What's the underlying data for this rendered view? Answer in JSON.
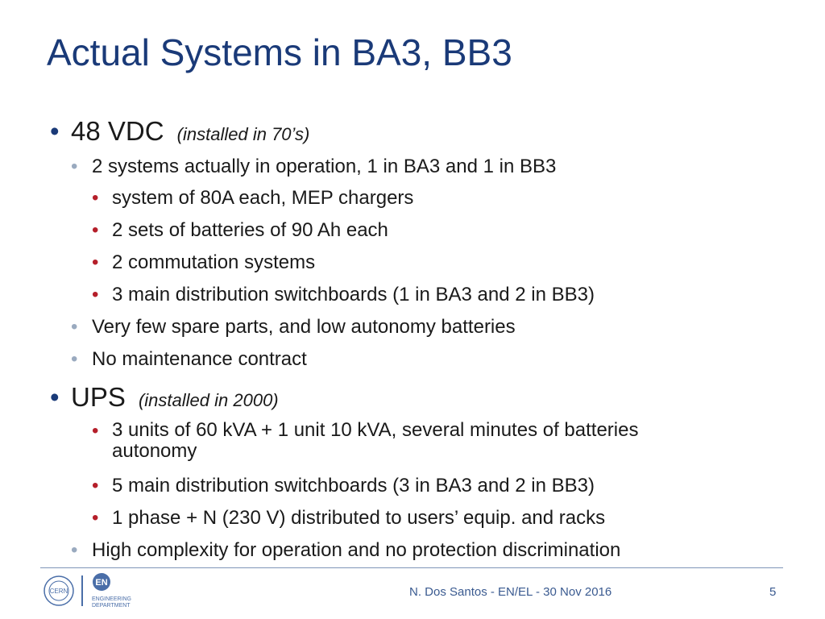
{
  "slide": {
    "title": "Actual Systems in BA3, BB3",
    "items": [
      {
        "level": 1,
        "text": "48 VDC",
        "note": "(installed in 70’s)"
      },
      {
        "level": 2,
        "text": "2 systems actually in operation, 1 in BA3 and 1 in BB3"
      },
      {
        "level": 3,
        "text": "system of 80A each, MEP chargers"
      },
      {
        "level": 3,
        "text": "2 sets of batteries of 90 Ah each"
      },
      {
        "level": 3,
        "text": "2 commutation systems"
      },
      {
        "level": 3,
        "text": "3 main distribution switchboards (1 in BA3 and 2 in BB3)"
      },
      {
        "level": 2,
        "text": "Very few spare parts, and low autonomy batteries"
      },
      {
        "level": 2,
        "text": "No maintenance contract"
      },
      {
        "level": 1,
        "text": "UPS",
        "note": "(installed in 2000)"
      },
      {
        "level": 3,
        "text": "3 units of 60 kVA + 1 unit 10 kVA, several minutes of  batteries",
        "cont": "autonomy"
      },
      {
        "level": 3,
        "text": "5 main distribution switchboards (3 in BA3 and 2 in BB3)"
      },
      {
        "level": 3,
        "text": "1 phase + N (230 V) distributed to users’ equip. and racks"
      },
      {
        "level": 2,
        "text": "High complexity for operation and no protection discrimination"
      }
    ]
  },
  "footer": {
    "author": "N. Dos Santos - EN/EL - 30 Nov 2016",
    "page_number": "5",
    "logo_cern_text": "CERN",
    "logo_en_text": "EN",
    "logo_en_sub1": "ENGINEERING",
    "logo_en_sub2": "DEPARTMENT"
  },
  "colors": {
    "title": "#1a3a78",
    "bullet_l2": "#9aaabf",
    "bullet_l3": "#b51f2a"
  }
}
